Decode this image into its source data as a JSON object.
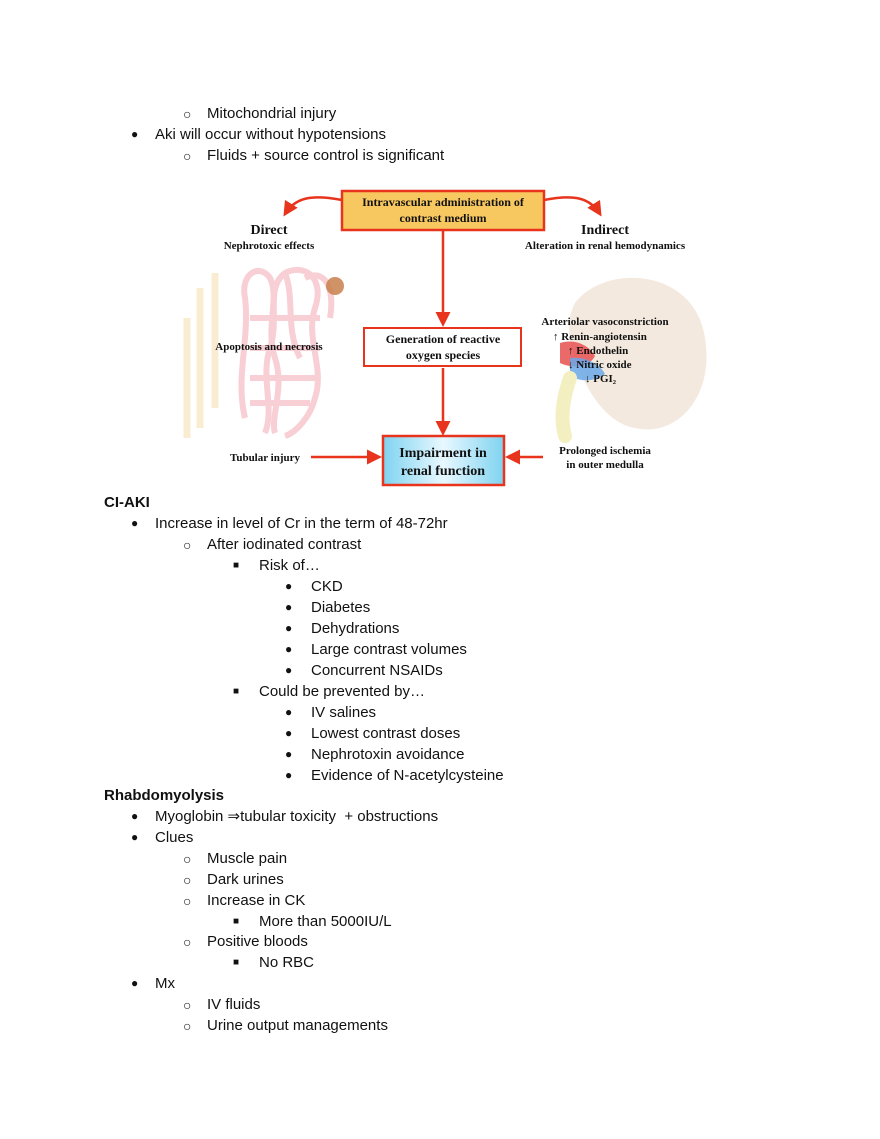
{
  "top_section": {
    "item_mito": "Mitochondrial injury",
    "item_aki": "Aki will occur without hypotensions",
    "item_fluids": "Fluids + source control is significant"
  },
  "figure": {
    "top_box_line1": "Intravascular administration of",
    "top_box_line2": "contrast medium",
    "direct_title": "Direct",
    "direct_sub": "Nephrotoxic effects",
    "indirect_title": "Indirect",
    "indirect_sub": "Alteration in renal hemodynamics",
    "apoptosis": "Apoptosis and necrosis",
    "ros_line1": "Generation of reactive",
    "ros_line2": "oxygen species",
    "vaso": "Arteriolar vasoconstriction",
    "renin": "↑ Renin-angiotensin",
    "endothelin": "↑ Endothelin",
    "nitric": "↓ Nitric oxide",
    "pgi": "↓ PGI₂",
    "tubular": "Tubular injury",
    "impair_line1": "Impairment in",
    "impair_line2": "renal function",
    "ischemia_line1": "Prolonged ischemia",
    "ischemia_line2": "in outer medulla"
  },
  "ci_aki": {
    "heading": "CI-AKI",
    "increase": "Increase in level of Cr in the term of 48-72hr",
    "after": "After iodinated contrast",
    "risk": "Risk of…",
    "risk_items": [
      "CKD",
      "Diabetes",
      "Dehydrations",
      "Large contrast volumes",
      "Concurrent NSAIDs"
    ],
    "prevent": "Could be prevented by…",
    "prevent_items": [
      "IV salines",
      "Lowest contrast doses",
      "Nephrotoxin avoidance",
      "Evidence of N-acetylcysteine"
    ]
  },
  "rhabdo": {
    "heading": "Rhabdomyolysis",
    "myoglobin": "Myoglobin ⇒tubular toxicity  + obstructions",
    "clues": "Clues",
    "muscle": "Muscle pain",
    "dark": "Dark urines",
    "ck": "Increase in CK",
    "ck_more": "More than 5000IU/L",
    "positive": "Positive bloods",
    "no_rbc": "No RBC",
    "mx": "Mx",
    "iv": "IV fluids",
    "urine": "Urine output managements"
  }
}
